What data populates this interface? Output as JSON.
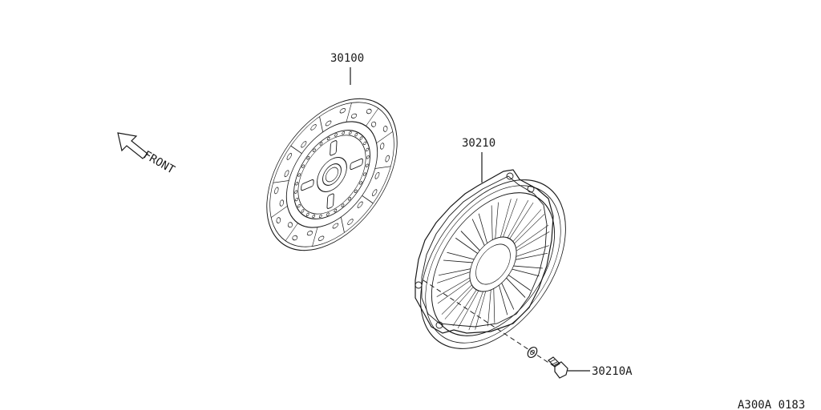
{
  "labels": {
    "front": "FRONT",
    "clutch_disc": "30100",
    "clutch_cover": "30210",
    "bolt": "30210A",
    "figure_code": "A300A 0183"
  }
}
